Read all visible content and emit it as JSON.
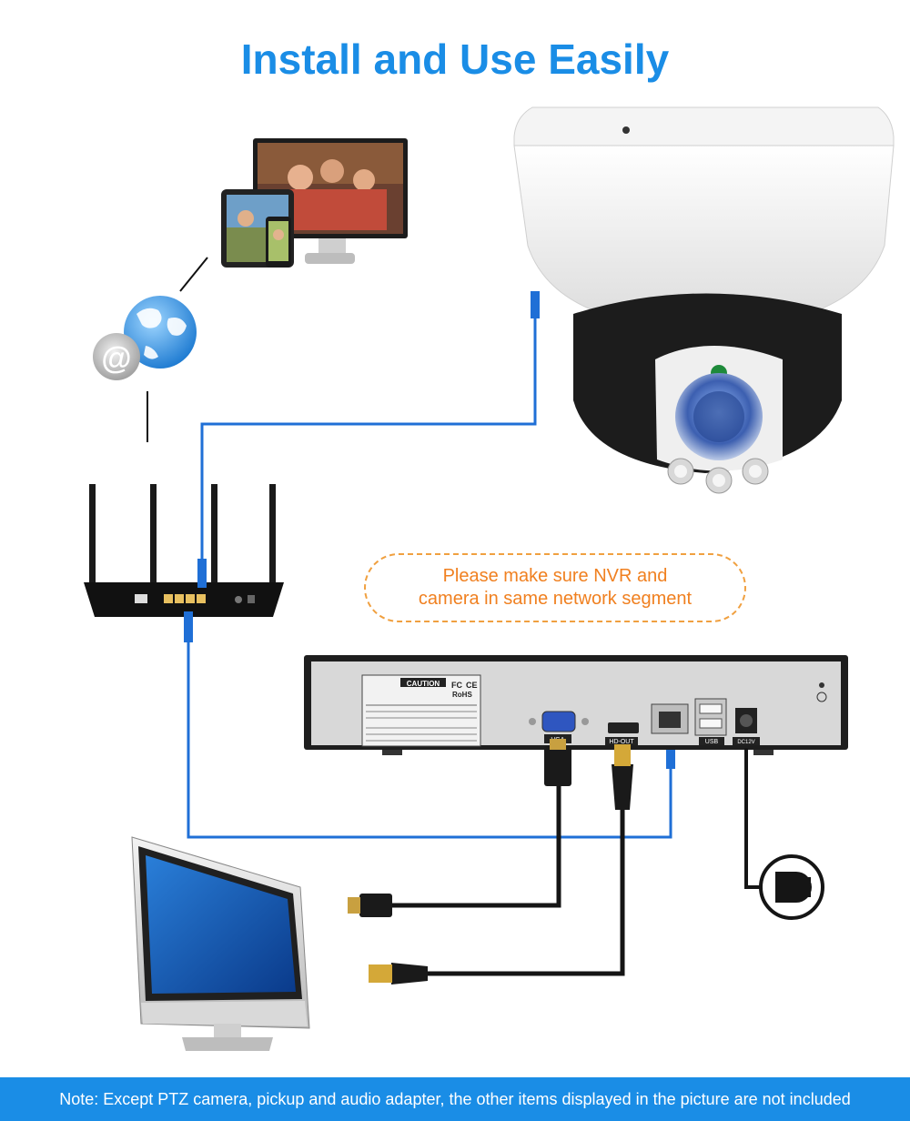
{
  "title": "Install and Use Easily",
  "notice": {
    "line1": "Please make sure NVR and",
    "line2": "camera in same network segment"
  },
  "nvr_labels": {
    "caution": "CAUTION",
    "fc": "FC",
    "ce": "CE",
    "rohs": "RoHS",
    "vga": "VGA",
    "hdout": "HD-OUT",
    "usb": "USB",
    "dc": "DC12V"
  },
  "footer": "Note: Except  PTZ camera, pickup and audio adapter, the other items displayed in the picture are not included",
  "colors": {
    "accent": "#1a8de6",
    "cable": "#1f6fd6",
    "notice": "#f08020"
  },
  "icons": [
    "email-at-icon",
    "globe-icon",
    "power-plug-icon"
  ]
}
